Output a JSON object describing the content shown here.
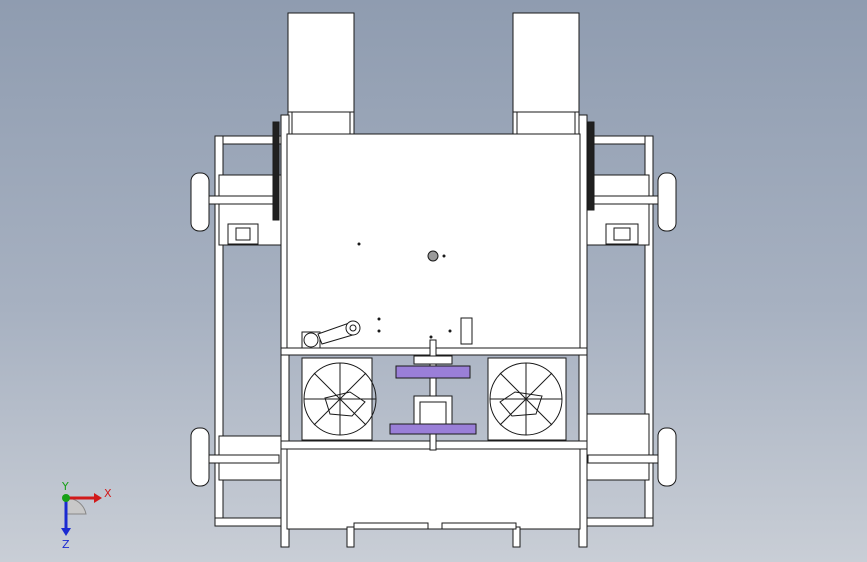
{
  "view": {
    "background_top": "#8f9cb0",
    "background_bottom": "#c9ced6",
    "line_color": "#1a1a1a",
    "face_color": "#ffffff",
    "belt_color": "#202020",
    "disc_color": "#9a7fd8"
  },
  "triad": {
    "x_label": "X",
    "y_label": "Y",
    "z_label": "Z",
    "x_color": "#d11a1a",
    "y_color": "#17a017",
    "z_color": "#1a2ad1"
  }
}
